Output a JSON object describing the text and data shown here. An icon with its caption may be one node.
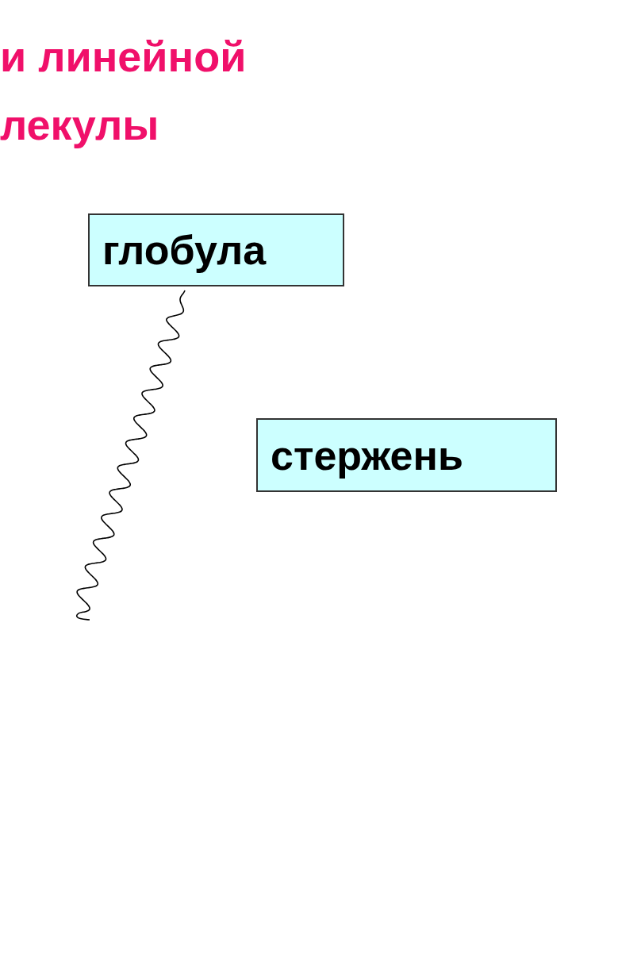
{
  "diagram": {
    "title": "и линейной лекулы",
    "nodes": [
      {
        "text": [
          "глобула"
        ]
      },
      {
        "text": [
          "стержень"
        ]
      }
    ]
  }
}
